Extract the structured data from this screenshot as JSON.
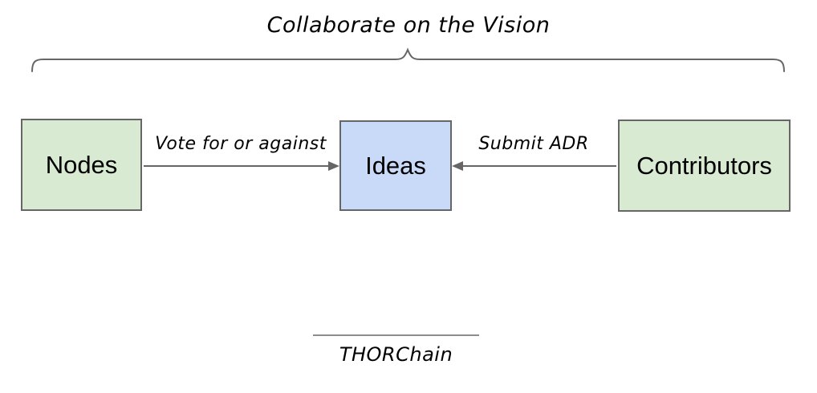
{
  "diagram": {
    "title": "Collaborate on the Vision",
    "boxes": {
      "nodes": {
        "label": "Nodes",
        "fill": "green"
      },
      "ideas": {
        "label": "Ideas",
        "fill": "blue"
      },
      "contributors": {
        "label": "Contributors",
        "fill": "green"
      }
    },
    "arrows": {
      "vote": {
        "label": "Vote for or against",
        "from": "Nodes",
        "to": "Ideas",
        "direction": "right"
      },
      "submit": {
        "label": "Submit ADR",
        "from": "Contributors",
        "to": "Ideas",
        "direction": "left"
      }
    },
    "footer": {
      "label": "THORChain"
    }
  },
  "colors": {
    "box_green": "#d9ead3",
    "box_blue": "#c9daf8",
    "box_border": "#666666",
    "line": "#666666",
    "text": "#000000"
  }
}
